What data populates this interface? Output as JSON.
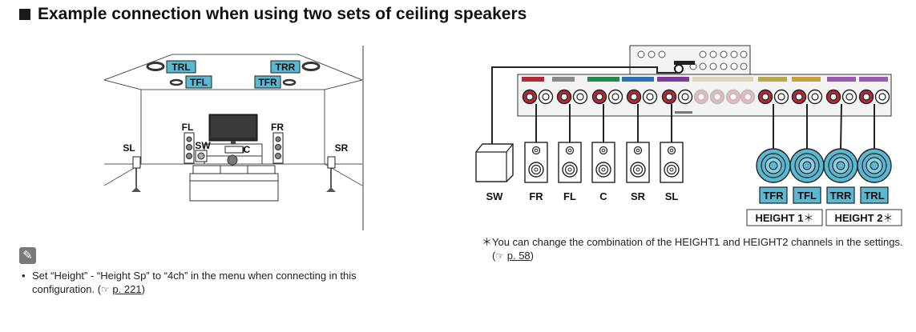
{
  "heading": {
    "title": "Example connection when using two sets of ceiling speakers"
  },
  "room": {
    "ceiling_labels": {
      "trl": "TRL",
      "trr": "TRR",
      "tfl": "TFL",
      "tfr": "TFR"
    },
    "speaker_labels": {
      "fl": "FL",
      "fr": "FR",
      "sl": "SL",
      "sr": "SR",
      "sw": "SW",
      "c": "C"
    }
  },
  "wiring": {
    "floor_speakers": [
      "SW",
      "FR",
      "FL",
      "C",
      "SR",
      "SL"
    ],
    "height_speakers": [
      "TFR",
      "TFL",
      "TRR",
      "TRL"
    ],
    "height_groups": [
      {
        "label": "HEIGHT 1",
        "mark": "＊"
      },
      {
        "label": "HEIGHT 2",
        "mark": "＊"
      }
    ]
  },
  "footnote": {
    "star": "＊",
    "text": "You can change the combination of the HEIGHT1 and HEIGHT2 channels in the settings.",
    "ref_open": "(",
    "ref_page": "p. 58",
    "ref_close": ")"
  },
  "note": {
    "icon": "pencil-icon",
    "bullet": "•",
    "text": "Set “Height” - “Height Sp” to “4ch” in the menu when connecting in this configuration.",
    "ref_open": "(",
    "ref_page": "p. 221",
    "ref_close": ")"
  },
  "colors": {
    "accent_blue": "#5ab8d2",
    "amp_red": "#b22a35",
    "panel": "#f2f2f2",
    "line": "#222222"
  }
}
